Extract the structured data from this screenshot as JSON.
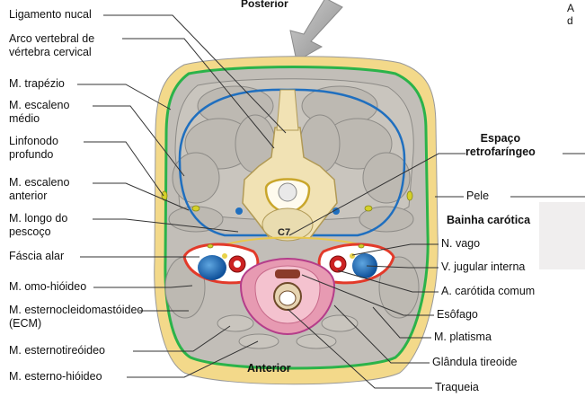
{
  "orientation": {
    "top": "Posterior",
    "bottom": "Anterior",
    "clipped_right": "A\nd"
  },
  "vertebra_label": "C7",
  "left_labels": [
    {
      "id": "ligamento-nucal",
      "text": "Ligamento nucal"
    },
    {
      "id": "arco-vertebral",
      "text": "Arco vertebral de\nvértebra cervical"
    },
    {
      "id": "trapezio",
      "text": "M. trapézio"
    },
    {
      "id": "escaleno-medio",
      "text": "M. escaleno\nmédio"
    },
    {
      "id": "linfonodo",
      "text": "Linfonodo\nprofundo"
    },
    {
      "id": "escaleno-anterior",
      "text": "M. escaleno\nanterior"
    },
    {
      "id": "longo-pescoco",
      "text": "M. longo do\npescoço"
    },
    {
      "id": "fascia-alar",
      "text": "Fáscia alar"
    },
    {
      "id": "omo-hioideo",
      "text": "M. omo-hióideo"
    },
    {
      "id": "ecm",
      "text": "M. esternocleidomastóideo\n(ECM)"
    },
    {
      "id": "esternotireoideo",
      "text": "M. esternotireóideo"
    },
    {
      "id": "esterno-hioideo",
      "text": "M. esterno-hióideo"
    }
  ],
  "right_labels": [
    {
      "id": "espaco-retrofaringeo",
      "text": "Espaço\nretrofaríngeo",
      "bold": true
    },
    {
      "id": "pele",
      "text": "Pele",
      "bold": false
    },
    {
      "id": "bainha-carotica",
      "text": "Bainha carótica",
      "bold": true
    },
    {
      "id": "n-vago",
      "text": "N. vago",
      "bold": false
    },
    {
      "id": "v-jugular",
      "text": "V. jugular interna",
      "bold": false
    },
    {
      "id": "a-carotida",
      "text": "A. carótida comum",
      "bold": false
    },
    {
      "id": "esofago",
      "text": "Esôfago",
      "bold": false
    },
    {
      "id": "platisma",
      "text": "M. platisma",
      "bold": false
    },
    {
      "id": "tireoide",
      "text": "Glândula tireoide",
      "bold": false
    },
    {
      "id": "traqueia",
      "text": "Traqueia",
      "bold": false
    }
  ],
  "colors": {
    "skin": "#f3d98a",
    "muscle": "#b8b6b2",
    "muscle_dark": "#8d8b87",
    "superficial_fascia": "#2bb34a",
    "prevertebral_fascia": "#1f6fbf",
    "carotid_sheath": "#e23a2a",
    "bone": "#f1e2b4",
    "thyroid": "#e79ab2",
    "leader": "#333333",
    "arrow": "#9a9a9a"
  }
}
